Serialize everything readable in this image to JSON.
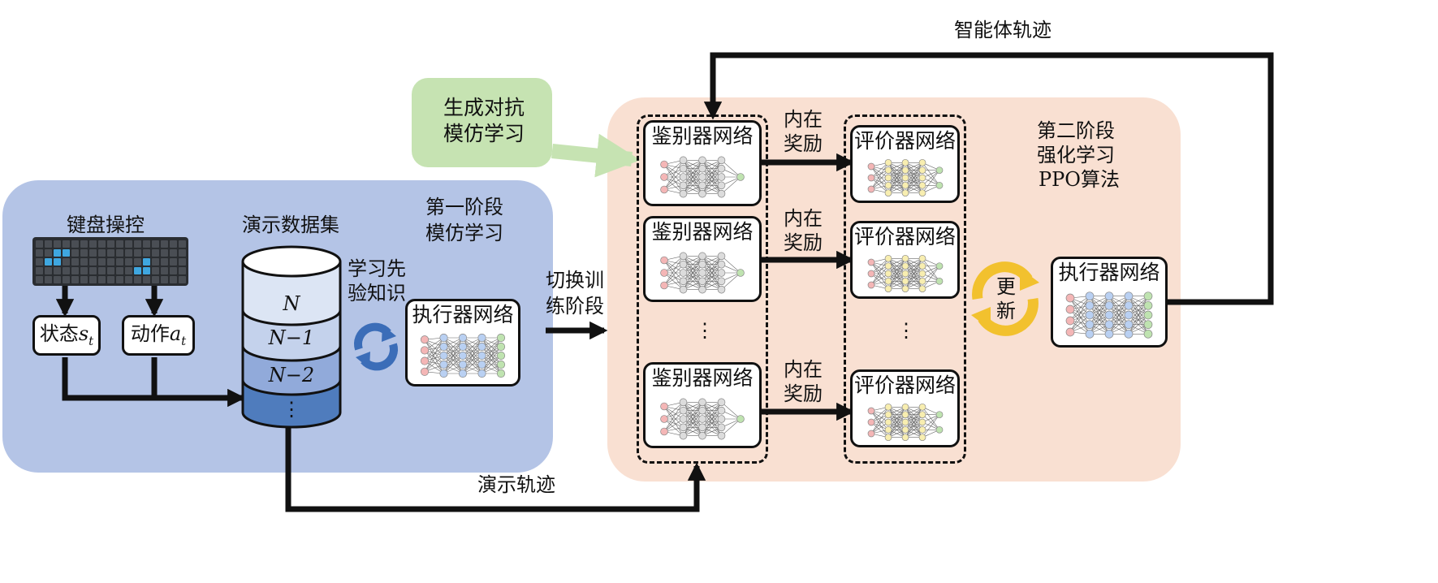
{
  "stage1": {
    "title_line1": "第一阶段",
    "title_line2": "模仿学习",
    "keyboard_label": "键盘操控",
    "state_label": "状态",
    "state_symbol": "s",
    "state_sub": "t",
    "action_label": "动作",
    "action_symbol": "a",
    "action_sub": "t",
    "dataset_label": "演示数据集",
    "dataset_rows": [
      "N",
      "N−1",
      "N−2",
      "⋮"
    ],
    "prior_line1": "学习先",
    "prior_line2": "验知识",
    "actor_label": "执行器网络"
  },
  "gail": {
    "line1": "生成对抗",
    "line2": "模仿学习"
  },
  "switch": {
    "line1": "切换训",
    "line2": "练阶段"
  },
  "stage2": {
    "title_line1": "第二阶段",
    "title_line2": "强化学习",
    "title_line3": "PPO算法",
    "discriminators": [
      "鉴别器网络",
      "鉴别器网络",
      "鉴别器网络"
    ],
    "critics": [
      "评价器网络",
      "评价器网络",
      "评价器网络"
    ],
    "rewards": [
      {
        "line1": "内在",
        "line2": "奖励"
      },
      {
        "line1": "内在",
        "line2": "奖励"
      },
      {
        "line1": "内在",
        "line2": "奖励"
      }
    ],
    "ellipsis": "⋮",
    "update_line1": "更",
    "update_line2": "新",
    "actor_label": "执行器网络"
  },
  "flows": {
    "agent_trajectory": "智能体轨迹",
    "demo_trajectory": "演示轨迹"
  },
  "colors": {
    "stage1_bg": "#b4c4e6",
    "stage2_bg": "#f9e0d2",
    "gail_bg": "#c6e3b2",
    "arrow": "#111111",
    "cycle_blue": "#3b6db8",
    "cycle_gold": "#f2c12e"
  }
}
